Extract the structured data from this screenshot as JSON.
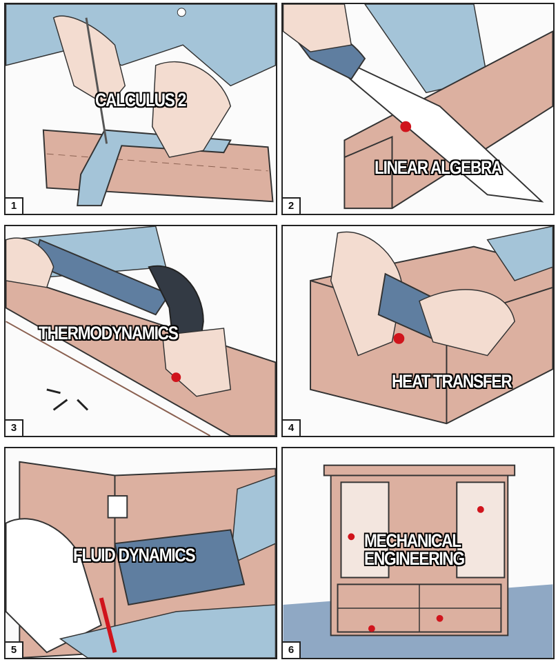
{
  "panels": [
    {
      "number": "1",
      "caption": "CALCULUS 2",
      "scene": "marking wood with a square and pencil"
    },
    {
      "number": "2",
      "caption": "LINEAR ALGEBRA",
      "scene": "sawing a wooden beam"
    },
    {
      "number": "3",
      "caption": "THERMODYNAMICS",
      "scene": "hammering nails into a board"
    },
    {
      "number": "4",
      "caption": "HEAT TRANSFER",
      "scene": "planing a wooden box"
    },
    {
      "number": "5",
      "caption": "FLUID DYNAMICS",
      "scene": "drilling a cabinet hinge"
    },
    {
      "number": "6",
      "caption_lines": [
        "MECHANICAL",
        "ENGINEERING"
      ],
      "scene": "finished cabinet"
    }
  ],
  "colors": {
    "wood": "#dcb0a0",
    "shirt": "#a4c4d8",
    "skin": "#f3dcd0",
    "blood": "#d0141c",
    "floor": "#8fa8c4"
  }
}
